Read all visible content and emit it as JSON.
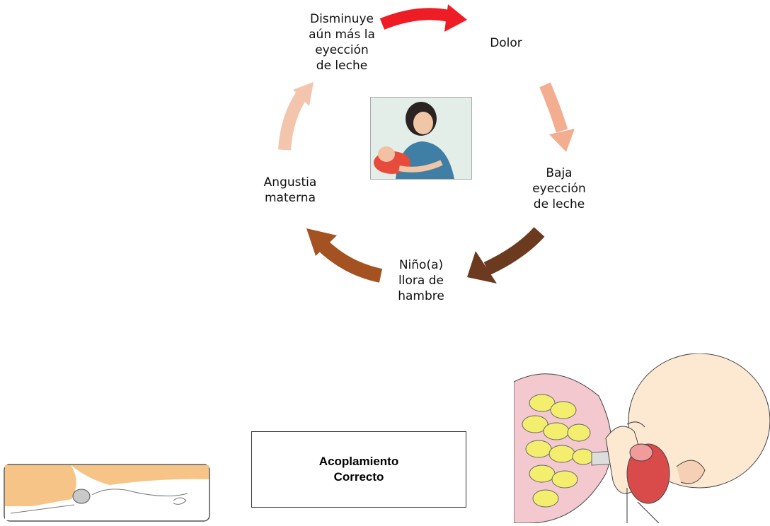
{
  "cycle": {
    "nodes": {
      "top_left": [
        "Disminuye",
        "aún más la",
        "eyección",
        "de leche"
      ],
      "top_right": [
        "Dolor"
      ],
      "right": [
        "Baja",
        "eyección",
        "de leche"
      ],
      "bottom": [
        "Niño(a)",
        "llora de",
        "hambre"
      ],
      "left": [
        "Angustia",
        "materna"
      ]
    },
    "arrow_colors": {
      "top": "#ee1c25",
      "right_upper": "#f3ae8f",
      "right_lower": "#6b3a1f",
      "bottom_left": "#a45221",
      "left": "#f4c5ad"
    },
    "center_image": "mother-breastfeeding-illustration"
  },
  "box": {
    "line1": "Acoplamiento",
    "line2": "Correcto"
  },
  "illustrations": {
    "left": "breastfeeding-side-view-drawing",
    "right": "breast-anatomy-latch-drawing"
  }
}
